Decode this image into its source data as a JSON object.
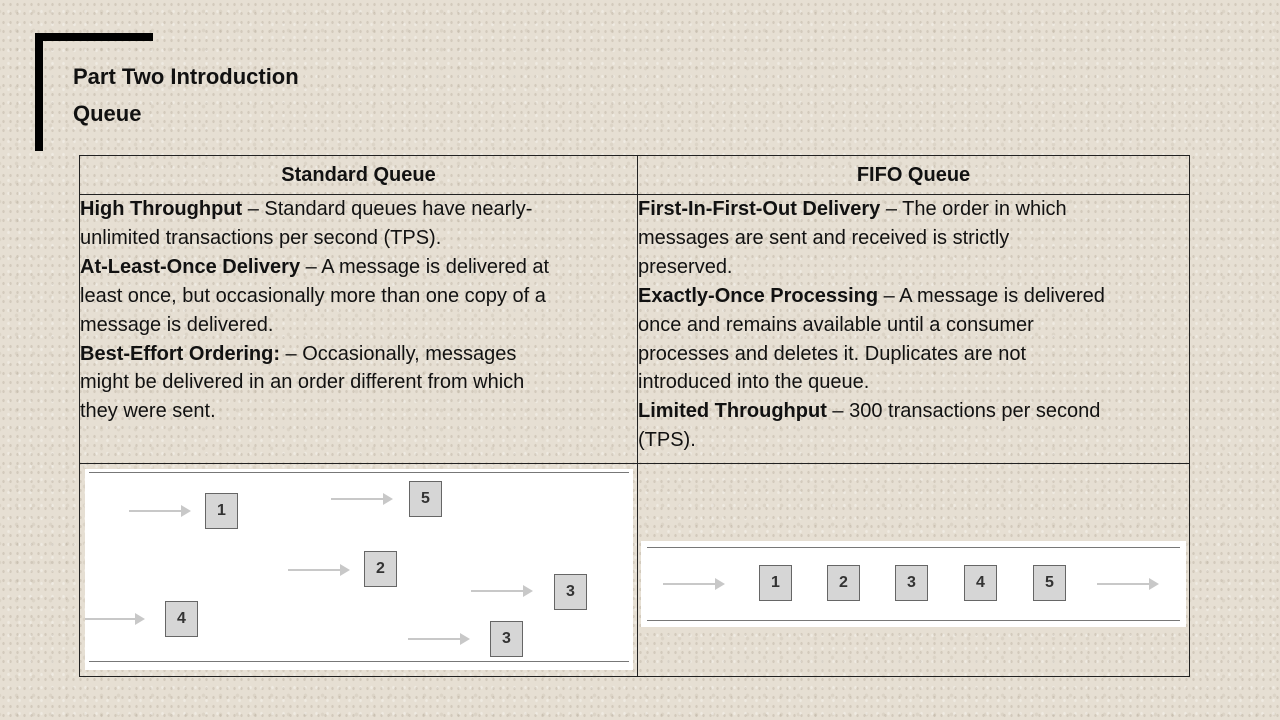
{
  "slide": {
    "title": "Part Two Introduction",
    "subtitle": "Queue"
  },
  "table": {
    "headers": [
      "Standard Queue",
      "FIFO Queue"
    ],
    "standard": {
      "items": [
        {
          "label": "High Throughput",
          "text": " – Standard queues have nearly-unlimited transactions per second (TPS)."
        },
        {
          "label": "At-Least-Once Delivery",
          "text": " – A message is delivered at least once, but occasionally more than one copy of a message is delivered."
        },
        {
          "label": "Best-Effort Ordering:",
          "text": " – Occasionally, messages might be delivered in an order different from which they were sent."
        }
      ]
    },
    "fifo": {
      "items": [
        {
          "label": "First-In-First-Out Delivery",
          "text": " – The order in which messages are sent and received is strictly preserved."
        },
        {
          "label": "Exactly-Once Processing",
          "text": " – A message is delivered once and remains available until a consumer processes and deletes it. Duplicates are not introduced into the queue."
        },
        {
          "label": "Limited Throughput",
          "text": " – 300 transactions per second (TPS)."
        }
      ]
    }
  },
  "diagrams": {
    "standard_boxes": [
      "1",
      "5",
      "2",
      "3",
      "4",
      "3"
    ],
    "fifo_boxes": [
      "1",
      "2",
      "3",
      "4",
      "5"
    ]
  }
}
